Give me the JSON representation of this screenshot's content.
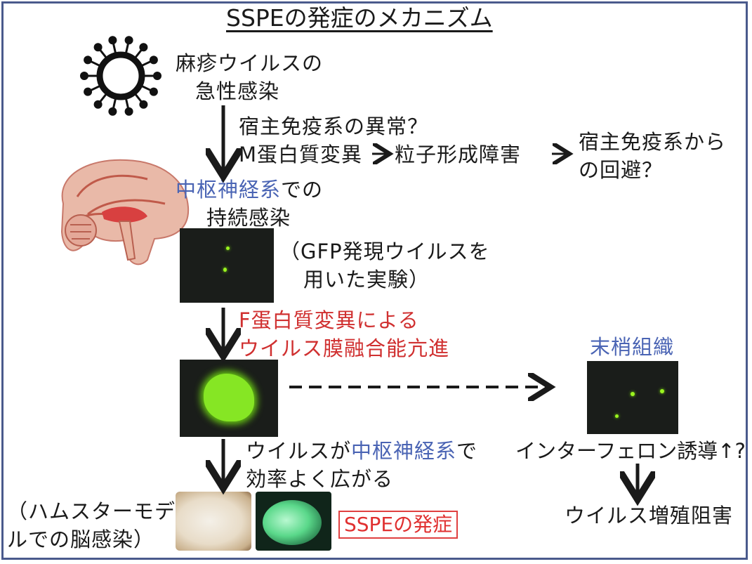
{
  "title": "SSPEの発症のメカニズム",
  "nodes": {
    "acute_line1": "麻疹ウイルスの",
    "acute_line2": "急性感染",
    "host_immune_q": "宿主免疫系の異常？",
    "m_protein": "M蛋白質変異",
    "particle_defect": "粒子形成障害",
    "escape_line1": "宿主免疫系から",
    "escape_line2": "の回避？",
    "cns_highlight": "中枢神経系",
    "cns_suffix": "での",
    "persistent": "持続感染",
    "gfp_line1": "（GFP発現ウイルスを",
    "gfp_line2": "用いた実験）",
    "f_line1": "F蛋白質変異による",
    "f_line2": "ウイルス膜融合能亢進",
    "peripheral": "末梢組織",
    "spread_prefix": "ウイルスが",
    "spread_highlight": "中枢神経系",
    "spread_suffix": "で",
    "spread_line2": "効率よく広がる",
    "interferon": "インターフェロン誘導↑?",
    "inhibition": "ウイルス増殖阻害",
    "hamster_line1": "（ハムスターモデ",
    "hamster_line2": "ルでの脳感染）",
    "sspe_onset": "SSPEの発症"
  },
  "colors": {
    "text": "#1a1a1a",
    "highlight_blue": "#4a64b4",
    "highlight_red": "#d03030",
    "gfp_green": "#9bf51f",
    "frame": "#4a5a8c"
  },
  "icons": [
    "virus-icon",
    "brain-icon"
  ]
}
